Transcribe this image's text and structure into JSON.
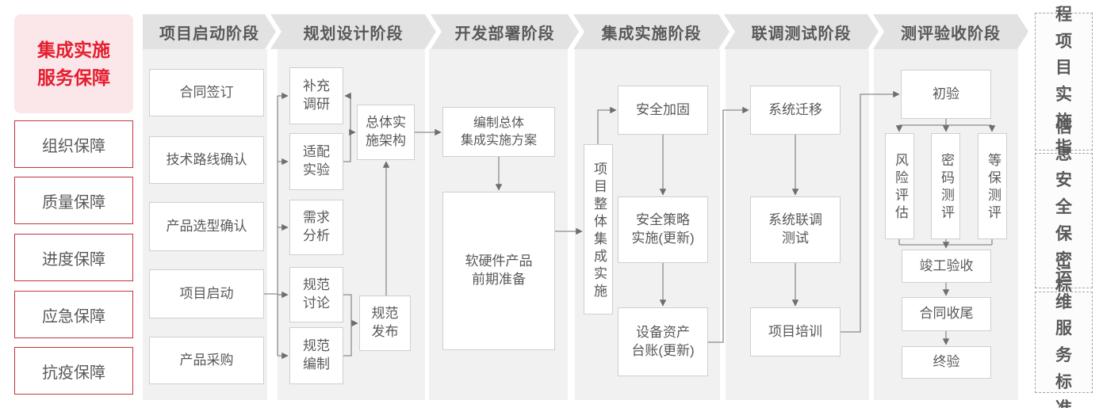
{
  "left_panel": {
    "title": "集成实施\n服务保障",
    "items": [
      "组织保障",
      "质量保障",
      "进度保障",
      "应急保障",
      "抗疫保障"
    ]
  },
  "phases": [
    {
      "label": "项目启动阶段"
    },
    {
      "label": "规划设计阶段"
    },
    {
      "label": "开发部署阶段"
    },
    {
      "label": "集成实施阶段"
    },
    {
      "label": "联调测试阶段"
    },
    {
      "label": "测评验收阶段"
    }
  ],
  "nodes": {
    "contract_signing": "合同签订",
    "tech_route_confirm": "技术路线确认",
    "product_selection_confirm": "产品选型确认",
    "project_kickoff": "项目启动",
    "product_procurement": "产品采购",
    "supplementary_research": "补充\n调研",
    "adaptation_test": "适配\n实验",
    "requirement_analysis": "需求\n分析",
    "spec_discussion": "规范\n讨论",
    "spec_compilation": "规范\n编制",
    "overall_impl_architecture": "总体实\n施架构",
    "spec_release": "规范\n发布",
    "overall_integration_plan": "编制总体\n集成实施方案",
    "hw_sw_preparation": "软硬件产品\n前期准备",
    "overall_project_integration": "项目整体集成实施",
    "security_hardening": "安全加固",
    "security_policy_impl": "安全策略\n实施(更新)",
    "equipment_asset_ledger": "设备资产\n台账(更新)",
    "system_migration": "系统迁移",
    "system_joint_test": "系统联调\n测试",
    "project_training": "项目培训",
    "initial_acceptance": "初验",
    "risk_assessment": "风险评估",
    "crypto_evaluation": "密码测评",
    "classified_protection_eval": "等保测评",
    "completion_acceptance": "竣工验收",
    "contract_closure": "合同收尾",
    "final_acceptance": "终验"
  },
  "right_panel": {
    "items": [
      "工程\n项目\n实施\n指引",
      "信息\n安全\n保密\n标准",
      "运维\n服务\n标准"
    ]
  },
  "colors": {
    "title_red": "#e51e2e",
    "guarantee_border_red": "#c4323e",
    "title_pink_bg": "#fbe7ea",
    "band_gray": "#e2e2e2",
    "column_gray": "#f1f1f1",
    "box_border": "#cfcfcf",
    "text_gray": "#595959",
    "connector_gray": "#8c8c8c"
  }
}
